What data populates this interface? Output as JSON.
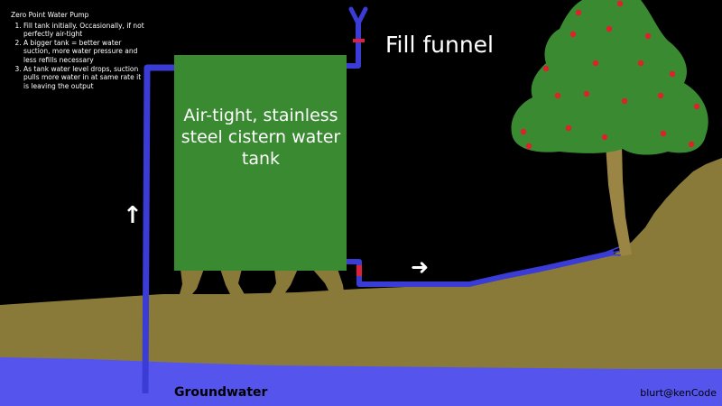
{
  "notes": {
    "title": "Zero Point Water Pump",
    "items": [
      "Fill tank initially. Occasionally, if not perfectly air-tight",
      "A bigger tank = better water suction, more water pressure and less refills necessary",
      "As tank water level drops, suction pulls more water in at same rate it is leaving the output"
    ]
  },
  "tank_label": "Air-tight, stainless steel cistern water tank",
  "fill_label": "Fill funnel",
  "ground_label": "Groundwater",
  "credit": "blurt@kenCode",
  "arrows": {
    "up": "↑",
    "right": "➜"
  },
  "colors": {
    "background": "#000000",
    "tank": "#3a8a32",
    "soil": "#8a7a3a",
    "groundwater": "#5555ee",
    "pipe": "#3b3bd6",
    "valve": "#e0203a",
    "tree_roots": "#9a8545",
    "foliage": "#3a8a32",
    "fruit": "#e0202a",
    "text_light": "#ffffff",
    "text_dark": "#000000"
  },
  "icons": [
    "up-arrow-icon",
    "right-arrow-icon",
    "funnel-icon",
    "valve-icon",
    "apple-tree-icon"
  ]
}
